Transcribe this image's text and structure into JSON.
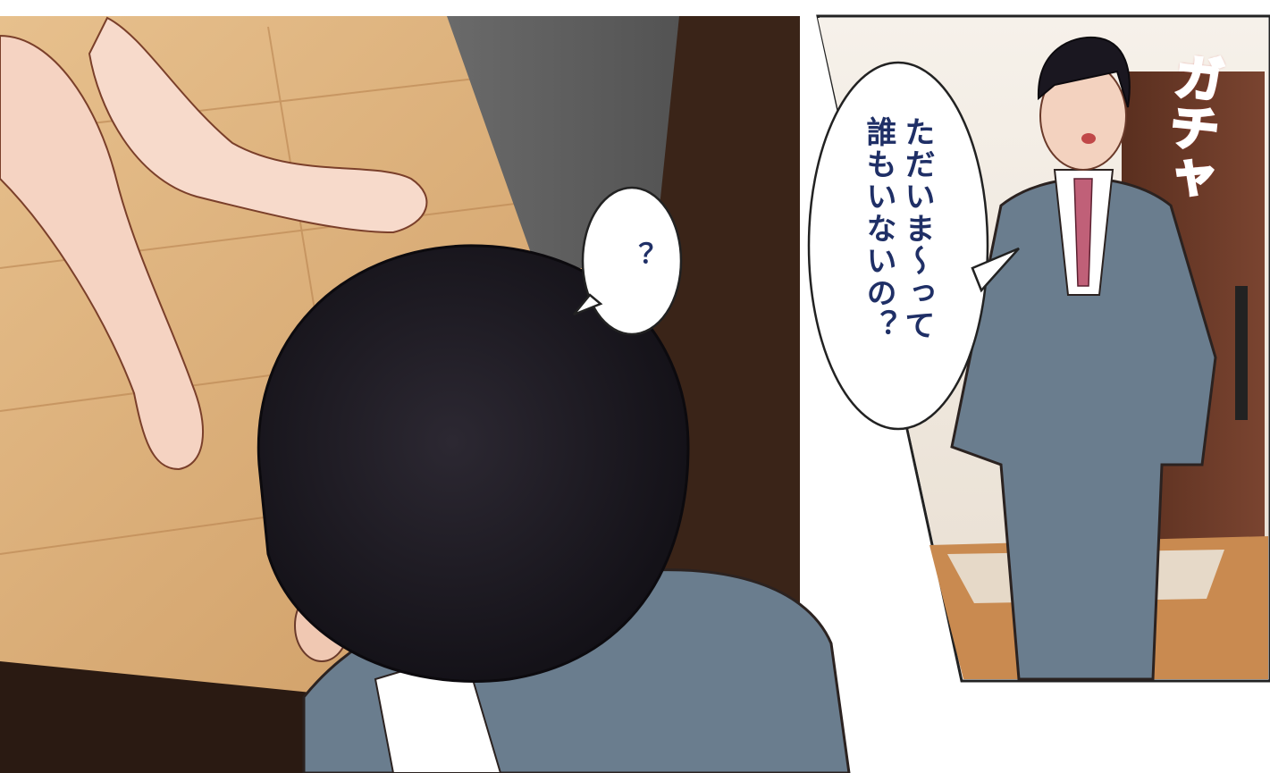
{
  "panels": {
    "left_bubble": {
      "text": "？"
    },
    "right_bubble": {
      "line1": "ただいま〜って",
      "line2": "誰もいないの？"
    },
    "sound_effect": {
      "text": "ガチャ"
    }
  },
  "colors": {
    "floor": "#d9ac74",
    "hair": "#1a1720",
    "suit": "#6a7d8e",
    "tie": "#c06078",
    "skin": "#f3d2bf",
    "sfx": "#ff6a12",
    "speech_text": "#1f2f66"
  }
}
